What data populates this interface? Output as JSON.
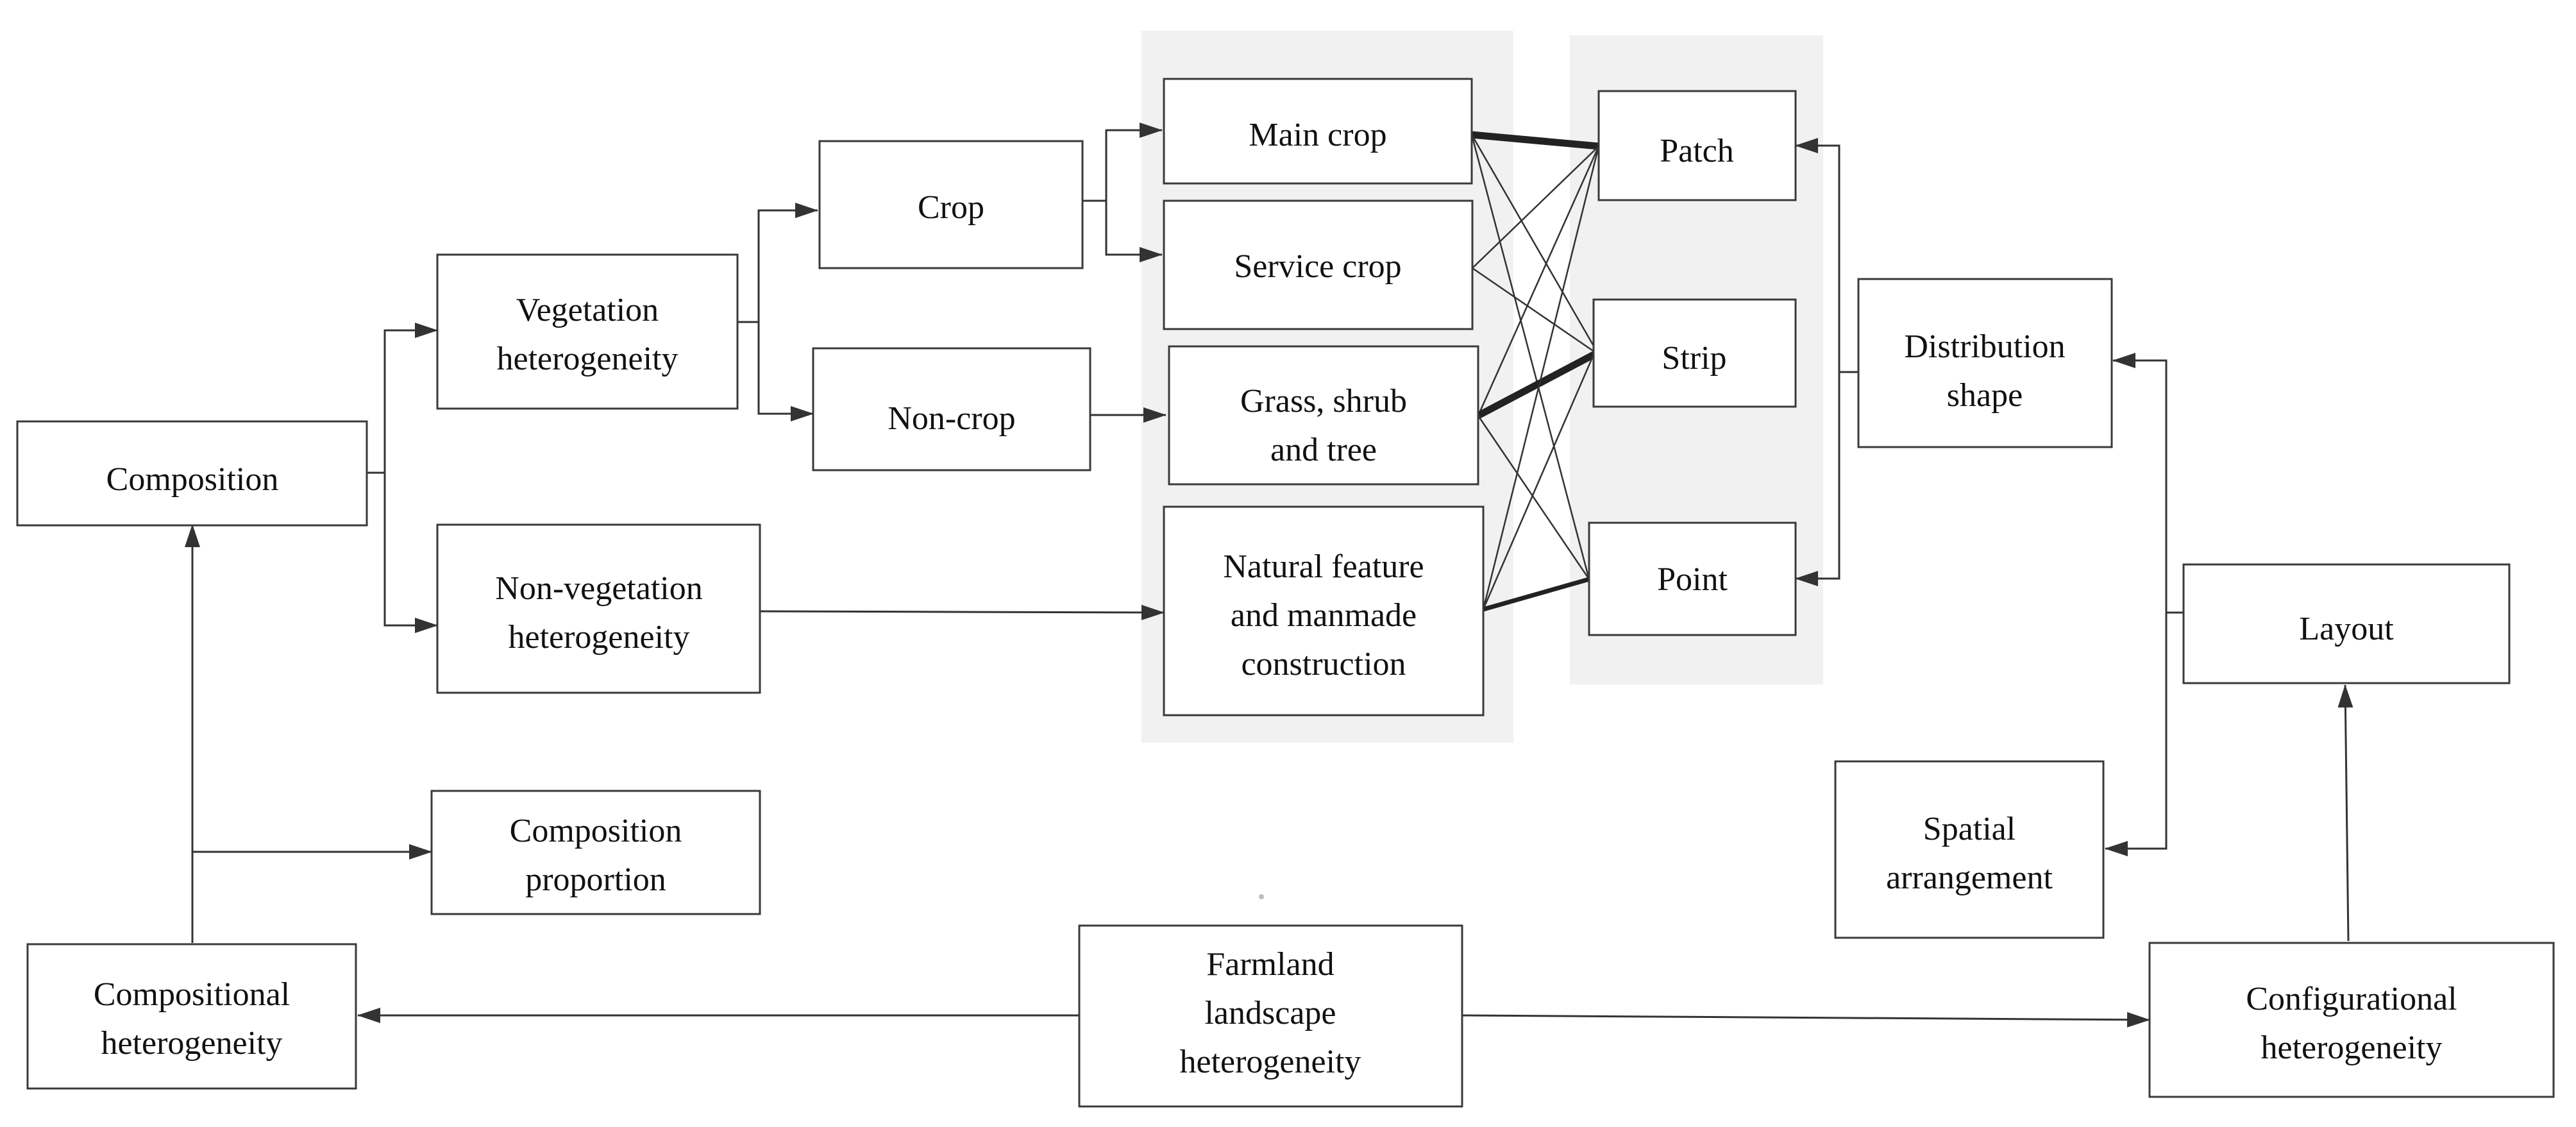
{
  "nodes": {
    "composition": [
      "Composition"
    ],
    "vegetation": [
      "Vegetation",
      "heterogeneity"
    ],
    "non_vegetation": [
      "Non-vegetation",
      "heterogeneity"
    ],
    "crop": [
      "Crop"
    ],
    "non_crop": [
      "Non-crop"
    ],
    "main_crop": [
      "Main crop"
    ],
    "service_crop": [
      "Service crop"
    ],
    "grass": [
      "Grass, shrub",
      "and tree"
    ],
    "natural": [
      "Natural feature",
      "and manmade",
      "construction"
    ],
    "patch": [
      "Patch"
    ],
    "strip": [
      "Strip"
    ],
    "point": [
      "Point"
    ],
    "distribution": [
      "Distribution",
      "shape"
    ],
    "layout": [
      "Layout"
    ],
    "spatial": [
      "Spatial",
      "arrangement"
    ],
    "comp_proportion": [
      "Composition",
      "proportion"
    ],
    "compositional": [
      "Compositional",
      "heterogeneity"
    ],
    "farmland": [
      "Farmland",
      "landscape",
      "heterogeneity"
    ],
    "configurational": [
      "Configurational",
      "heterogeneity"
    ]
  },
  "edges": [
    {
      "from": "farmland",
      "to": "compositional"
    },
    {
      "from": "farmland",
      "to": "configurational"
    },
    {
      "from": "compositional",
      "to": "composition"
    },
    {
      "from": "compositional",
      "to": "comp_proportion"
    },
    {
      "from": "composition",
      "to": "vegetation"
    },
    {
      "from": "composition",
      "to": "non_vegetation"
    },
    {
      "from": "vegetation",
      "to": "crop"
    },
    {
      "from": "vegetation",
      "to": "non_crop"
    },
    {
      "from": "crop",
      "to": "main_crop"
    },
    {
      "from": "crop",
      "to": "service_crop"
    },
    {
      "from": "non_crop",
      "to": "grass"
    },
    {
      "from": "non_vegetation",
      "to": "natural"
    },
    {
      "from": "configurational",
      "to": "layout"
    },
    {
      "from": "layout",
      "to": "distribution"
    },
    {
      "from": "layout",
      "to": "spatial"
    },
    {
      "from": "distribution",
      "to": "patch"
    },
    {
      "from": "distribution",
      "to": "point"
    }
  ],
  "associations": [
    {
      "from": "main_crop",
      "to": "patch",
      "strength": "strong"
    },
    {
      "from": "main_crop",
      "to": "strip",
      "strength": "weak"
    },
    {
      "from": "main_crop",
      "to": "point",
      "strength": "weak"
    },
    {
      "from": "service_crop",
      "to": "patch",
      "strength": "weak"
    },
    {
      "from": "service_crop",
      "to": "strip",
      "strength": "weak"
    },
    {
      "from": "grass",
      "to": "patch",
      "strength": "weak"
    },
    {
      "from": "grass",
      "to": "strip",
      "strength": "strong"
    },
    {
      "from": "grass",
      "to": "point",
      "strength": "weak"
    },
    {
      "from": "natural",
      "to": "patch",
      "strength": "weak"
    },
    {
      "from": "natural",
      "to": "strip",
      "strength": "weak"
    },
    {
      "from": "natural",
      "to": "point",
      "strength": "medium"
    }
  ]
}
